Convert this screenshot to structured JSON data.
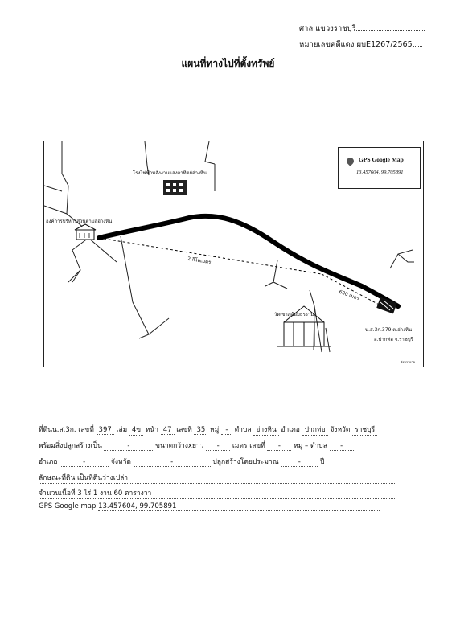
{
  "header": {
    "court": "ศาล แขวงราชบุรี",
    "case_no": "หมายเลขคดีแดง ผบE1267/2565"
  },
  "title": "แผนที่ทางไปที่ตั้งทรัพย์",
  "map": {
    "gps_title": "GPS Google Map",
    "gps_coords": "13.457604, 99.705891",
    "power_plant": "โรงไฟฟ้าพลังงานแสงอาทิตย์อ่างหิน",
    "sao_office": "องค์การบริหารส่วนตำบลอ่างหิน",
    "distance_2km": "2 กิโลเมตร",
    "distance_600m": "600 เมตร",
    "temple": "วัดเขาภูอ้อมธรราม",
    "property_line1": "น.ส.3ก.379 ต.อ่างหิน",
    "property_line2": "อ.ปากท่อ จ.ราชบุรี",
    "corner_note": "ผังบรรยาย"
  },
  "info": {
    "row1": {
      "l1": "ที่ดินน.ส.3ก. เลขที่",
      "v1": "397",
      "l2": "เล่ม",
      "v2": "4ข",
      "l3": "หน้า",
      "v3": "47",
      "l4": "เลขที่",
      "v4": "35",
      "l5": "หมู่",
      "v5": "-",
      "l6": "ตำบล",
      "v6": "อ่างหิน",
      "l7": "อำเภอ",
      "v7": "ปากท่อ",
      "l8": "จังหวัด",
      "v8": "ราชบุรี"
    },
    "row2": {
      "l1": "พร้อมสิ่งปลูกสร้างเป็น",
      "v1": "-",
      "l2": "ขนาดกว้างxยาว",
      "v2": "-",
      "l3": "เมตร เลขที่",
      "v3": "-",
      "l4": "หมู่ –",
      "l5": "ตำบล",
      "v5": "-"
    },
    "row3": {
      "l1": "อำเภอ",
      "v1": "-",
      "l2": "จังหวัด",
      "v2": "-",
      "l3": "ปลูกสร้างโดยประมาณ",
      "v3": "-",
      "l4": "ปี"
    },
    "row4": "ลักษณะที่ดิน เป็นที่ดินว่างเปล่า",
    "row5": "จำนวนเนื้อที่ 3 ไร่  1 งาน 60 ตารางวา",
    "row6": {
      "label": "GPS Google map",
      "value": "13.457604, 99.705891"
    }
  }
}
